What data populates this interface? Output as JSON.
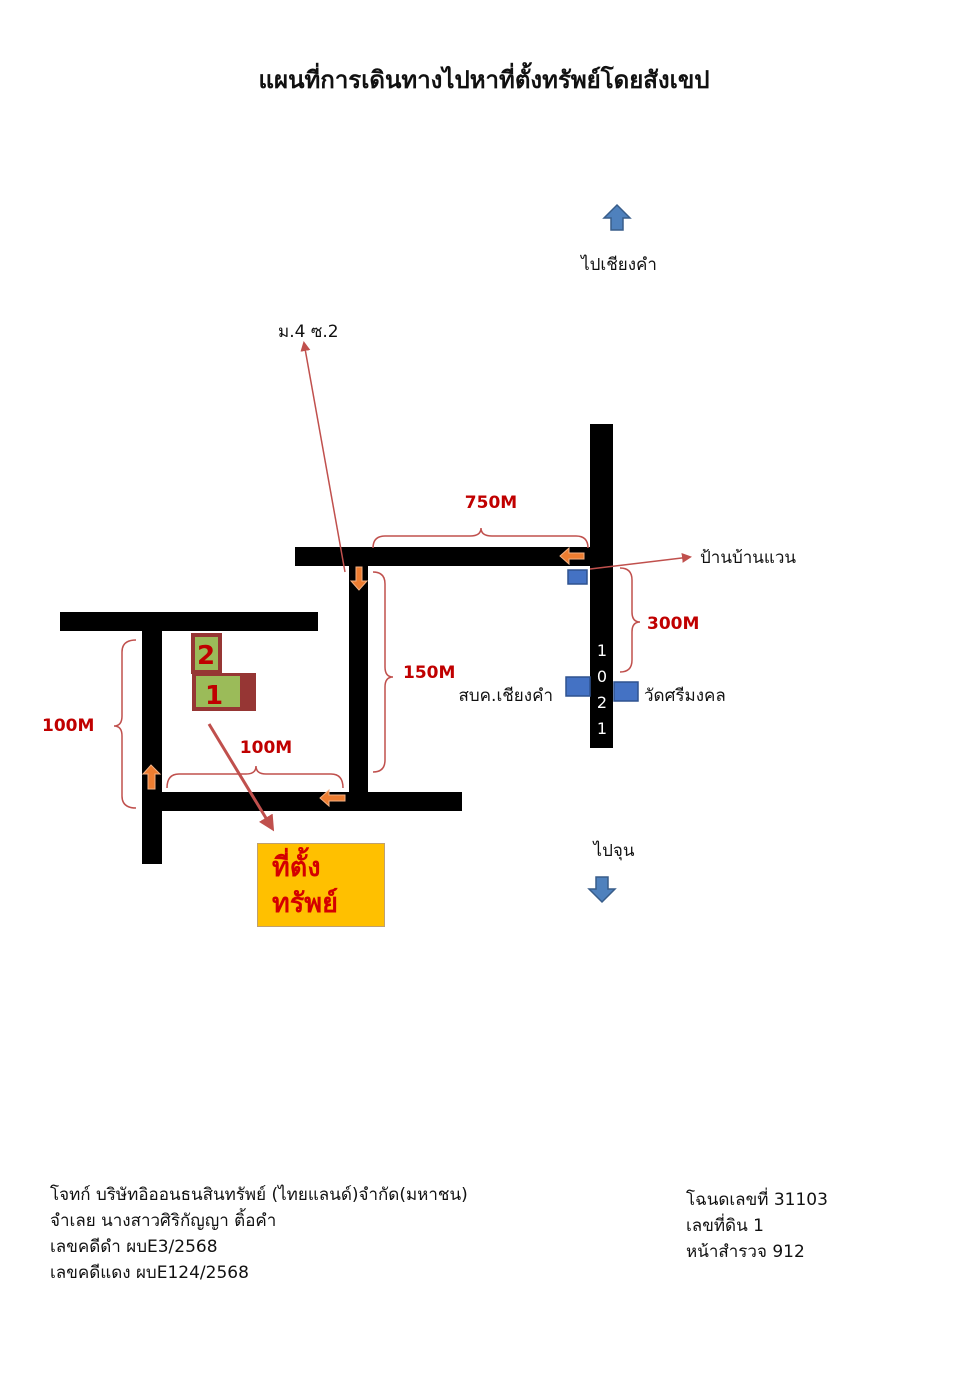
{
  "title": "แผนที่การเดินทางไปหาที่ตั้งทรัพย์โดยสังเขป",
  "labels": {
    "to_north": "ไปเชียงคำ",
    "to_south": "ไปจุน",
    "moo_soi": "ม.4 ซ.2",
    "ban_waen": "ป้านบ้านแวน",
    "police": "สบค.เชียงคำ",
    "temple": "วัดศรีมงคล"
  },
  "road_number_digits": [
    "1",
    "0",
    "2",
    "1"
  ],
  "distances": {
    "d750": "750M",
    "d300": "300M",
    "d150": "150M",
    "d100_horizontal": "100M",
    "d100_vertical": "100M"
  },
  "plots": [
    "2",
    "1"
  ],
  "destination": {
    "line1": "ที่ตั้ง",
    "line2": "ทรัพย์"
  },
  "case_info": [
    "โจทก์ บริษัทอิออนธนสินทรัพย์ (ไทยแลนด์)จำกัด(มหาชน)",
    "จำเลย นางสาวศิริกัญญา ติ้อคำ",
    "เลขคดีดำ ผบE3/2568",
    "เลขคดีแดง ผบE124/2568"
  ],
  "deed_info": [
    "โฉนดเลขที่ 31103",
    "เลขที่ดิน 1",
    "หน้าสำรวจ  912"
  ],
  "colors": {
    "road": "#000000",
    "distance_text": "#c00000",
    "bracket": "#c0504d",
    "direction_arrow": "#ed7d31",
    "landmark": "#4472c4",
    "plot_fill": "#9bbb59",
    "plot_border": "#963634",
    "destination_fill": "#ffc000"
  }
}
